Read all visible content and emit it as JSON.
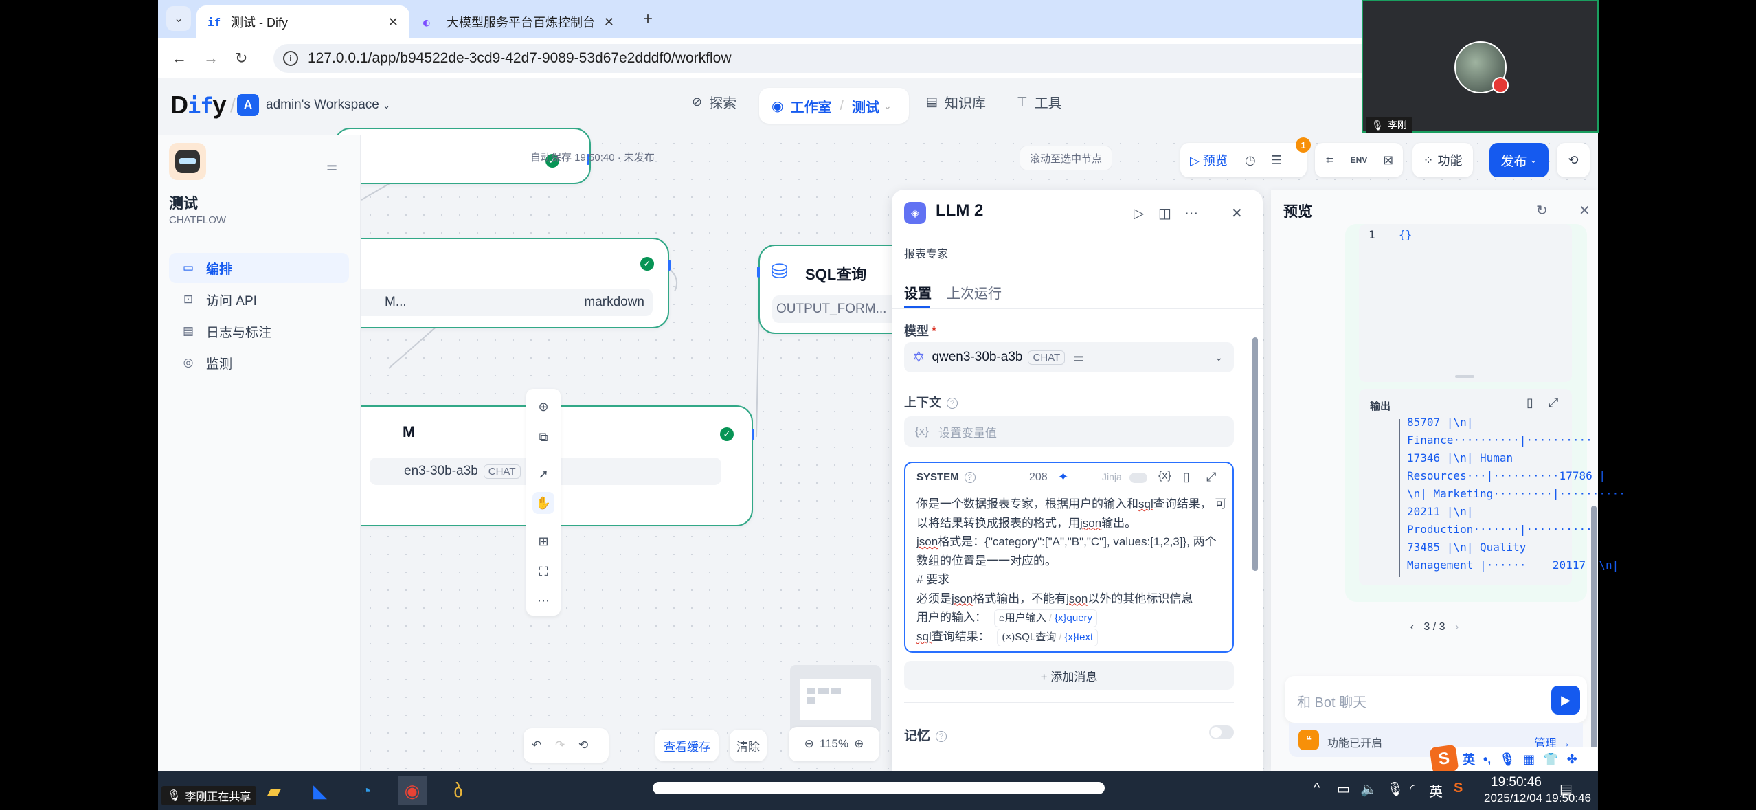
{
  "browser": {
    "tabs": [
      {
        "favicon": "if",
        "title": "测试 - Dify",
        "active": true
      },
      {
        "favicon": "bailian-icon",
        "title": "大模型服务平台百炼控制台",
        "active": false
      }
    ],
    "url": "127.0.0.1/app/b94522de-3cd9-42d7-9089-53d67e2dddf0/workflow"
  },
  "header": {
    "logo": "Dify",
    "workspace_initial": "A",
    "workspace_name": "admin's Workspace",
    "nav": {
      "explore": "探索",
      "studio": "工作室",
      "current_app": "测试",
      "knowledge": "知识库",
      "tools": "工具"
    }
  },
  "sidebar": {
    "app_name": "测试",
    "app_type": "CHATFLOW",
    "items": [
      {
        "label": "编排",
        "icon": "layout-icon",
        "active": true
      },
      {
        "label": "访问 API",
        "icon": "terminal-icon",
        "active": false
      },
      {
        "label": "日志与标注",
        "icon": "log-icon",
        "active": false
      },
      {
        "label": "监测",
        "icon": "gauge-icon",
        "active": false
      }
    ]
  },
  "canvas": {
    "autosave": "自动保存 19:50:40 · 未发布",
    "scroll_to_selected": "滚动至选中节点",
    "nodes": {
      "answer": {
        "field_left": "M...",
        "field_right": "markdown"
      },
      "sql": {
        "title": "SQL查询",
        "field": "OUTPUT_FORM..."
      },
      "llm": {
        "title": "M",
        "model": "en3-30b-a3b",
        "chip": "CHAT"
      }
    },
    "bottom": {
      "view_cache": "查看缓存",
      "clear": "清除",
      "zoom": "115%"
    }
  },
  "toolbar": {
    "preview": "预览",
    "checklist_badge": "1",
    "features": "功能",
    "publish": "发布"
  },
  "llm_panel": {
    "title": "LLM 2",
    "description": "报表专家",
    "tabs": [
      "设置",
      "上次运行"
    ],
    "model_label": "模型",
    "model_name": "qwen3-30b-a3b",
    "model_chip": "CHAT",
    "context_label": "上下文",
    "context_placeholder": "设置变量值",
    "system": {
      "label": "SYSTEM",
      "count": "208",
      "jinja": "Jinja",
      "line1a": "你是一个数据报表专家，根据用户的输入和",
      "line1b": "sql",
      "line1c": "查询结果， 可以将结果转换成报表的格式，用",
      "line1d": "json",
      "line1e": "输出。",
      "line2a": "json",
      "line2b": "格式是：{\"category\":[\"A\",\"B\",\"C\"], values:[1,2,3]}, 两个数组的位置是一一对应的。",
      "line3": "# 要求",
      "line4a": "必须是",
      "line4b": "json",
      "line4c": "格式输出，不能有",
      "line4d": "json",
      "line4e": "以外的其他标识信息",
      "line5": "用户的输入：",
      "var1_node": "用户输入",
      "var1_name": "query",
      "line6a": "sql",
      "line6b": "查询结果：",
      "var2_node": "SQL查询",
      "var2_name": "text"
    },
    "add_message": "+ 添加消息",
    "memory_label": "记忆"
  },
  "preview_panel": {
    "title": "预览",
    "code_line_no": "1",
    "code_content": "{}",
    "output_label": "输出",
    "output_text": "85707 |\\n|\nFinance··········|··········\n17346 |\\n| Human\nResources···|··········17786 |\n\\n| Marketing·········|··········\n20211 |\\n|\nProduction·······|··········\n73485 |\\n| Quality\nManagement |······    20117 |\\n|",
    "pager": "3 / 3",
    "chat_placeholder": "和 Bot 聊天",
    "features_enabled": "功能已开启",
    "manage": "管理 →"
  },
  "video_call": {
    "participant": "李刚"
  },
  "taskbar": {
    "sharing": "李刚正在共享",
    "time": "19:50:46",
    "date": "2025/12/04 19:50:46",
    "ime_lang": "英"
  },
  "colors": {
    "accent": "#155aef",
    "node_border": "#32a887",
    "success": "#079455",
    "badge": "#f79009"
  }
}
